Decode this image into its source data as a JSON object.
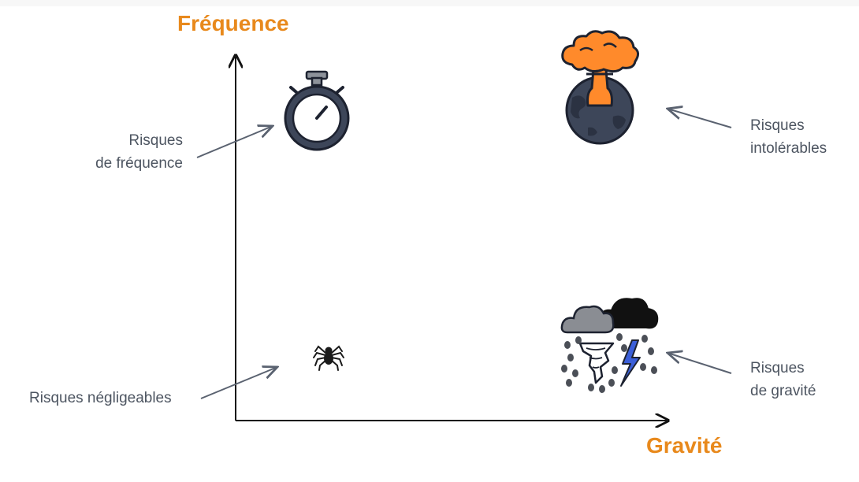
{
  "axes": {
    "y_title": "Fréquence",
    "x_title": "Gravité"
  },
  "quadrants": {
    "top_left": {
      "line1": "Risques",
      "line2": "de fréquence",
      "icon": "stopwatch-icon"
    },
    "top_right": {
      "line1": "Risques",
      "line2": "intolérables",
      "icon": "nuclear-explosion-icon"
    },
    "bottom_left": {
      "line1": "Risques négligeables",
      "icon": "spider-icon"
    },
    "bottom_right": {
      "line1": "Risques",
      "line2": "de gravité",
      "icon": "storm-tornado-icon"
    }
  },
  "colors": {
    "accent": "#e8891c",
    "text": "#4d5561",
    "icon_dark": "#3d4659",
    "axis": "#111111"
  }
}
